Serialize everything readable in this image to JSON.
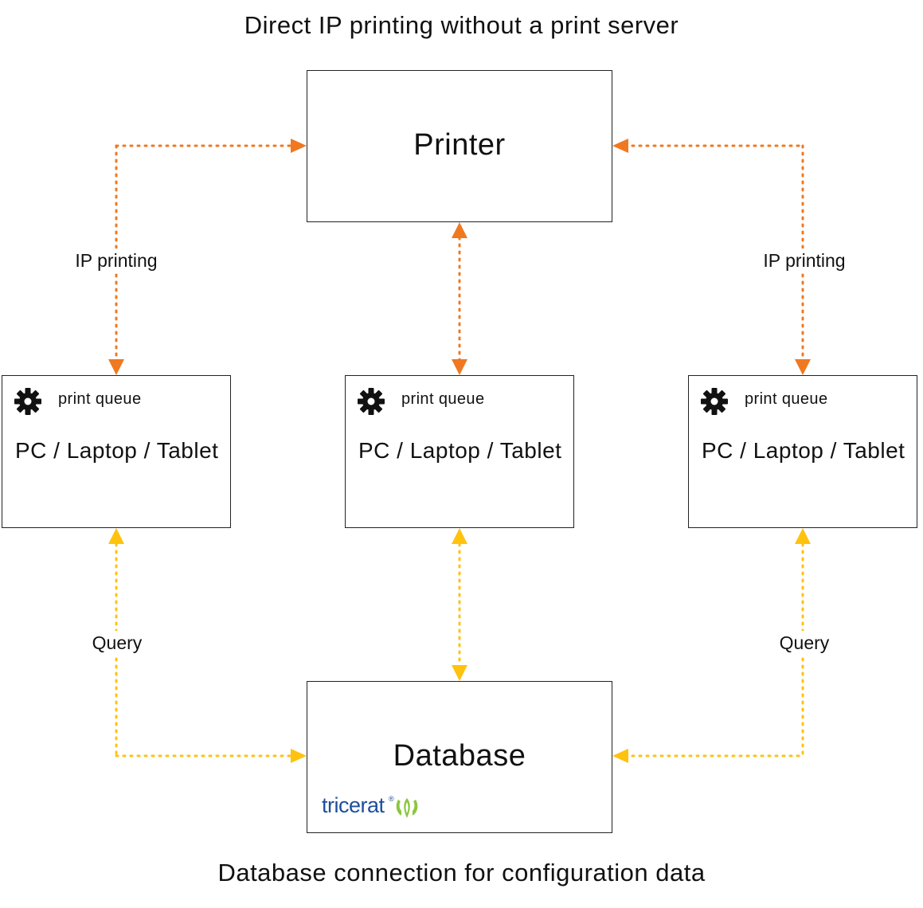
{
  "diagram": {
    "top_caption": "Direct IP printing without a print server",
    "bottom_caption": "Database connection for configuration data",
    "printer": {
      "label": "Printer"
    },
    "database": {
      "label": "Database",
      "logo_text": "tricerat",
      "logo_mark": "®"
    },
    "devices": [
      {
        "queue_label": "print queue",
        "label": "PC / Laptop / Tablet"
      },
      {
        "queue_label": "print queue",
        "label": "PC / Laptop / Tablet"
      },
      {
        "queue_label": "print queue",
        "label": "PC / Laptop / Tablet"
      }
    ],
    "links": {
      "ip_left": "IP printing",
      "ip_right": "IP printing",
      "query_left": "Query",
      "query_right": "Query"
    },
    "colors": {
      "ip_link": "#F07820",
      "query_link": "#FFC20E",
      "logo_text": "#1C4F9C",
      "logo_mark": "#8CC63F"
    },
    "icons": {
      "device_queue": "gear-icon"
    }
  }
}
